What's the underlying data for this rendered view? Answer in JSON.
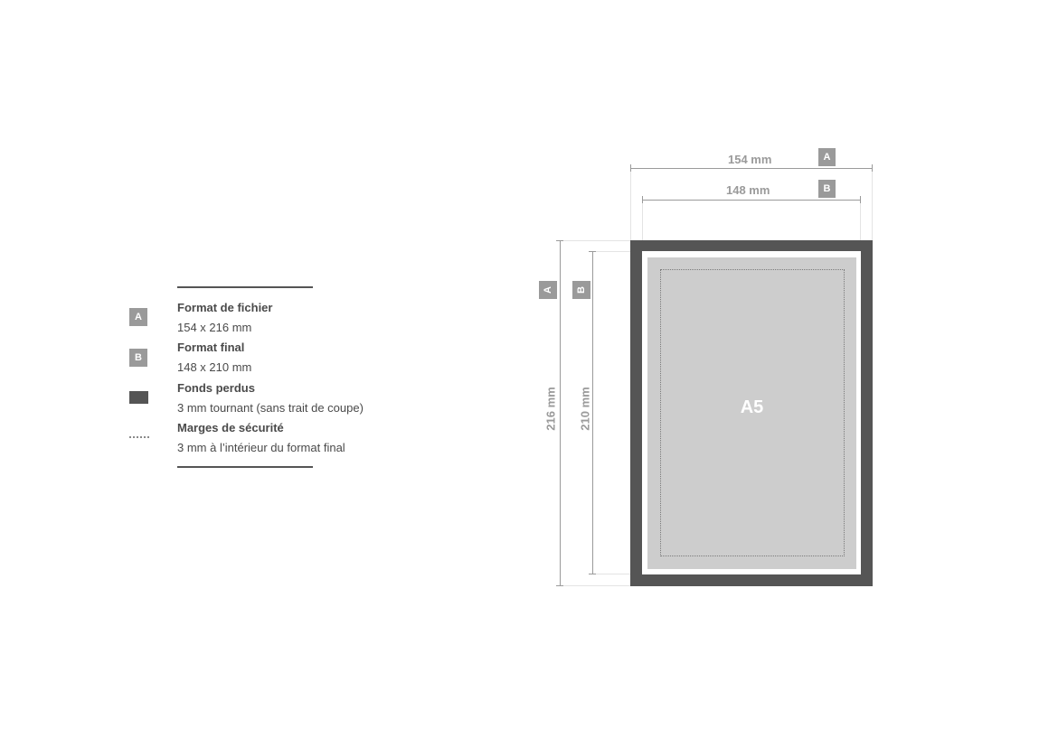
{
  "legend": {
    "items": [
      {
        "badge": "A",
        "title": "Format de fichier",
        "desc": "154 x 216 mm"
      },
      {
        "badge": "B",
        "title": "Format final",
        "desc": "148 x 210 mm"
      },
      {
        "swatch": "dark",
        "title": "Fonds perdus",
        "desc": "3 mm tournant (sans trait de coupe)"
      },
      {
        "swatch": "dots",
        "title": "Marges de sécurité",
        "desc": "3 mm à l’intérieur du format final"
      }
    ]
  },
  "dimensions": {
    "width_a": {
      "badge": "A",
      "label": "154 mm"
    },
    "width_b": {
      "badge": "B",
      "label": "148 mm"
    },
    "height_a": {
      "badge": "A",
      "label": "216 mm"
    },
    "height_b": {
      "badge": "B",
      "label": "210 mm"
    }
  },
  "page": {
    "format": "A5"
  },
  "colors": {
    "bleed": "#555555",
    "safe_area": "#cdcdcd",
    "dimension": "#9a9a9a",
    "text": "#4a4a4a"
  }
}
